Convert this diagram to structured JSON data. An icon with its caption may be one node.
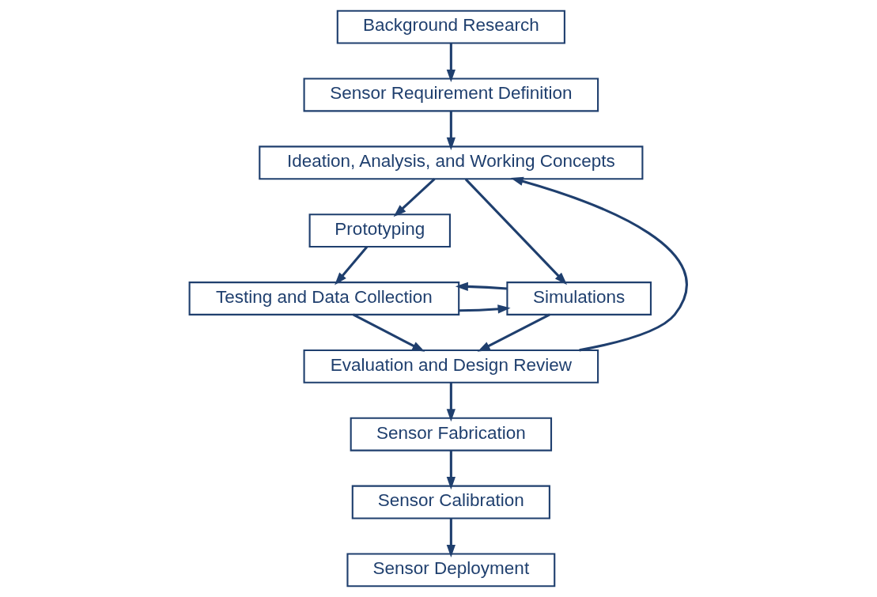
{
  "diagram": {
    "nodes": [
      {
        "text": [
          "Background Research"
        ]
      },
      {
        "text": [
          "Sensor Requirement Definition"
        ]
      },
      {
        "text": [
          "Ideation, Analysis, and Working Concepts"
        ]
      },
      {
        "text": [
          "Prototyping"
        ]
      },
      {
        "text": [
          "Testing and Data Collection"
        ]
      },
      {
        "text": [
          "Simulations"
        ]
      },
      {
        "text": [
          "Evaluation and Design Review"
        ]
      },
      {
        "text": [
          "Sensor Fabrication"
        ]
      },
      {
        "text": [
          "Sensor Calibration"
        ]
      },
      {
        "text": [
          "Sensor Deployment"
        ]
      }
    ],
    "edges": [
      {
        "from": 0,
        "to": 1,
        "arrow": "to"
      },
      {
        "from": 1,
        "to": 2,
        "arrow": "to"
      },
      {
        "from": 2,
        "to": 3,
        "arrow": "to"
      },
      {
        "from": 2,
        "to": 5,
        "arrow": "to"
      },
      {
        "from": 3,
        "to": 4,
        "arrow": "to"
      },
      {
        "from": 4,
        "to": 5,
        "arrow": "to"
      },
      {
        "from": 5,
        "to": 4,
        "arrow": "to"
      },
      {
        "from": 4,
        "to": 6,
        "arrow": "to"
      },
      {
        "from": 5,
        "to": 6,
        "arrow": "to"
      },
      {
        "from": 6,
        "to": 2,
        "arrow": "to"
      },
      {
        "from": 6,
        "to": 7,
        "arrow": "to"
      },
      {
        "from": 7,
        "to": 8,
        "arrow": "to"
      },
      {
        "from": 8,
        "to": 9,
        "arrow": "to"
      }
    ]
  }
}
